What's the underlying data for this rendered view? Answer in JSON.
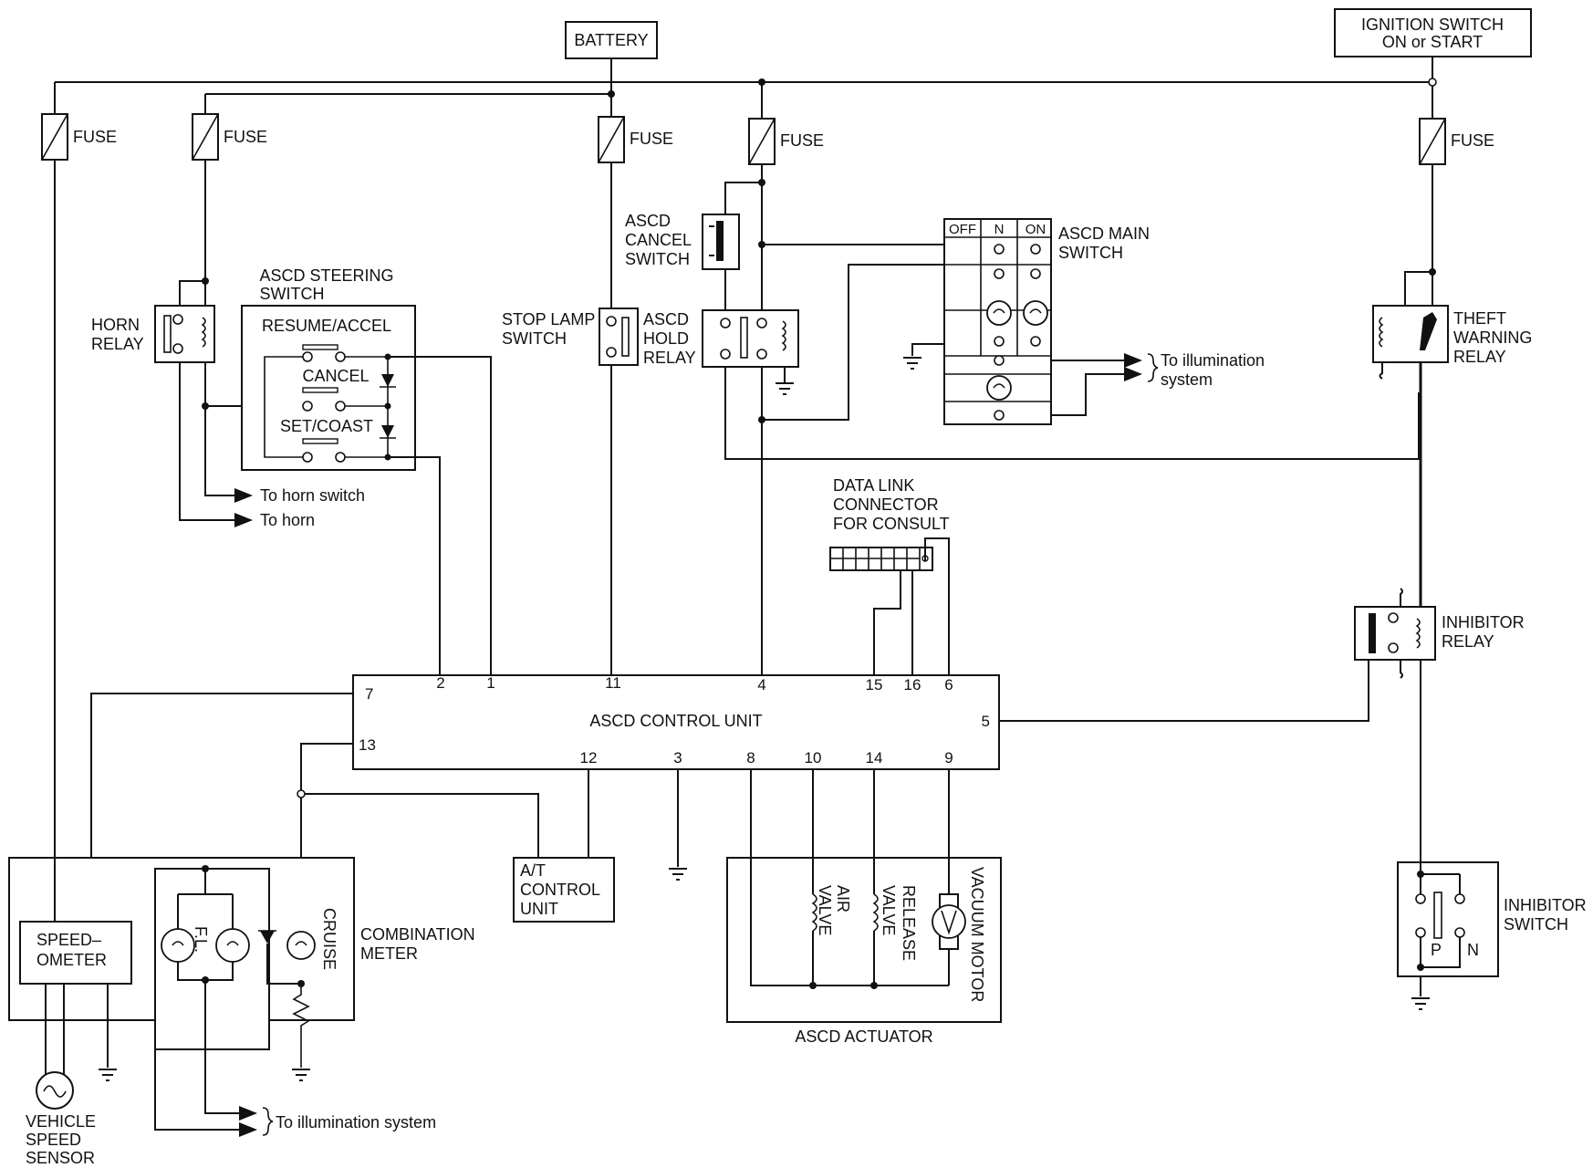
{
  "labels": {
    "battery": "BATTERY",
    "ignition_l1": "IGNITION SWITCH",
    "ignition_l2": "ON or START",
    "fuse": "FUSE",
    "horn_relay_l1": "HORN",
    "horn_relay_l2": "RELAY",
    "steering_l1": "ASCD STEERING",
    "steering_l2": "SWITCH",
    "resume_accel": "RESUME/ACCEL",
    "cancel": "CANCEL",
    "set_coast": "SET/COAST",
    "to_horn_switch": "To horn switch",
    "to_horn": "To horn",
    "stop_lamp_l1": "STOP LAMP",
    "stop_lamp_l2": "SWITCH",
    "cancel_sw_l1": "ASCD",
    "cancel_sw_l2": "CANCEL",
    "cancel_sw_l3": "SWITCH",
    "hold_relay_l1": "ASCD",
    "hold_relay_l2": "HOLD",
    "hold_relay_l3": "RELAY",
    "main_switch_l1": "ASCD MAIN",
    "main_switch_l2": "SWITCH",
    "main_off": "OFF",
    "main_n": "N",
    "main_on": "ON",
    "illum_l1": "To illumination",
    "illum_l2": "system",
    "theft_l1": "THEFT",
    "theft_l2": "WARNING",
    "theft_l3": "RELAY",
    "dlc_l1": "DATA LINK",
    "dlc_l2": "CONNECTOR",
    "dlc_l3": "FOR CONSULT",
    "inhibitor_relay_l1": "INHIBITOR",
    "inhibitor_relay_l2": "RELAY",
    "control_unit": "ASCD CONTROL UNIT",
    "at_l1": "A/T",
    "at_l2": "CONTROL",
    "at_l3": "UNIT",
    "speedometer_l1": "SPEED–",
    "speedometer_l2": "OMETER",
    "combination_l1": "COMBINATION",
    "combination_l2": "METER",
    "fl": "F.L.",
    "cruise": "CRUISE",
    "illum_system": "To illumination system",
    "vss_l1": "VEHICLE",
    "vss_l2": "SPEED",
    "vss_l3": "SENSOR",
    "air_valve_l1": "AIR",
    "air_valve_l2": "VALVE",
    "release_valve_l1": "RELEASE",
    "release_valve_l2": "VALVE",
    "vacuum_motor": "VACUUM MOTOR",
    "actuator": "ASCD ACTUATOR",
    "inhibitor_switch_l1": "INHIBITOR",
    "inhibitor_switch_l2": "SWITCH",
    "p": "P",
    "n": "N"
  },
  "pins": {
    "p1": "1",
    "p2": "2",
    "p3": "3",
    "p4": "4",
    "p5": "5",
    "p6": "6",
    "p7": "7",
    "p8": "8",
    "p9": "9",
    "p10": "10",
    "p11": "11",
    "p12": "12",
    "p13": "13",
    "p14": "14",
    "p15": "15",
    "p16": "16"
  }
}
